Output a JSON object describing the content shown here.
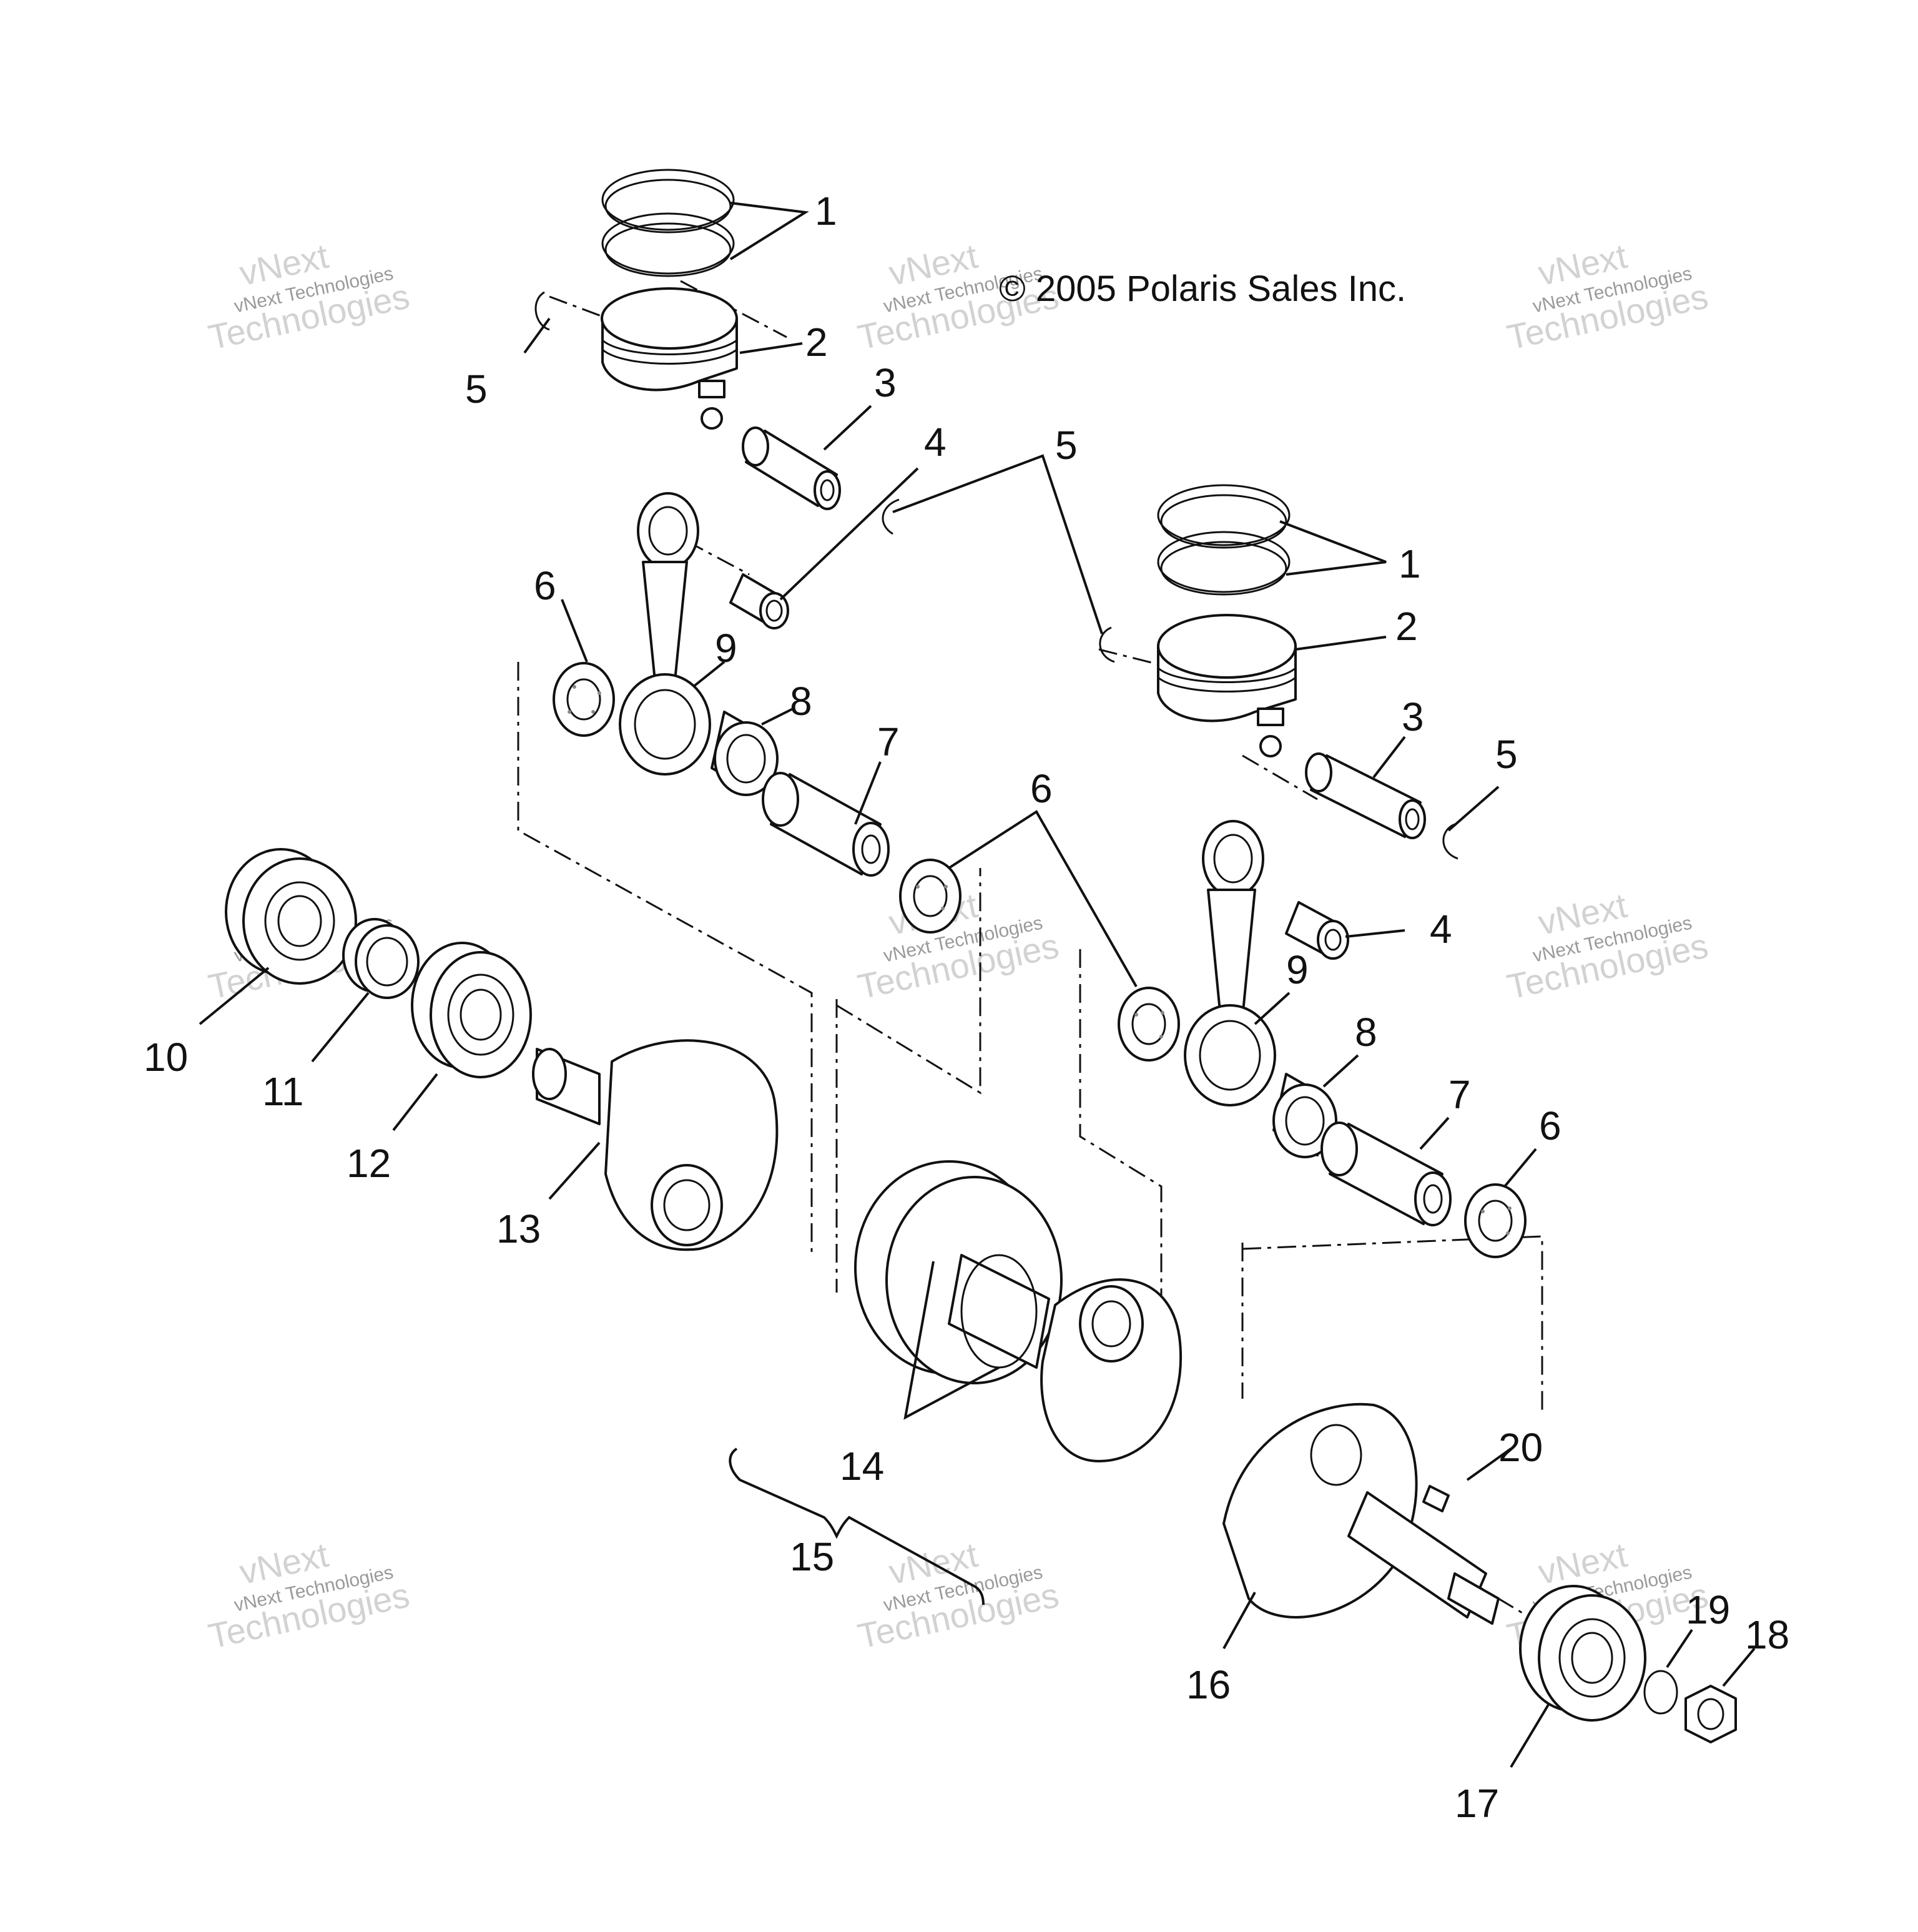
{
  "copyright": "© 2005 Polaris Sales Inc.",
  "watermark": {
    "line1": "vNext",
    "line2": "vNext Technologies",
    "line3": "Technologies"
  },
  "callouts": [
    {
      "id": "c1a",
      "text": "1"
    },
    {
      "id": "c2a",
      "text": "2"
    },
    {
      "id": "c3a",
      "text": "3"
    },
    {
      "id": "c4a",
      "text": "4"
    },
    {
      "id": "c5a",
      "text": "5"
    },
    {
      "id": "c5b",
      "text": "5"
    },
    {
      "id": "c6a",
      "text": "6"
    },
    {
      "id": "c9a",
      "text": "9"
    },
    {
      "id": "c8a",
      "text": "8"
    },
    {
      "id": "c7a",
      "text": "7"
    },
    {
      "id": "c6b",
      "text": "6"
    },
    {
      "id": "c1b",
      "text": "1"
    },
    {
      "id": "c2b",
      "text": "2"
    },
    {
      "id": "c3b",
      "text": "3"
    },
    {
      "id": "c5c",
      "text": "5"
    },
    {
      "id": "c4b",
      "text": "4"
    },
    {
      "id": "c9b",
      "text": "9"
    },
    {
      "id": "c8b",
      "text": "8"
    },
    {
      "id": "c7b",
      "text": "7"
    },
    {
      "id": "c6c",
      "text": "6"
    },
    {
      "id": "c10",
      "text": "10"
    },
    {
      "id": "c11",
      "text": "11"
    },
    {
      "id": "c12",
      "text": "12"
    },
    {
      "id": "c13",
      "text": "13"
    },
    {
      "id": "c14",
      "text": "14"
    },
    {
      "id": "c15",
      "text": "15"
    },
    {
      "id": "c16",
      "text": "16"
    },
    {
      "id": "c17",
      "text": "17"
    },
    {
      "id": "c18",
      "text": "18"
    },
    {
      "id": "c19",
      "text": "19"
    },
    {
      "id": "c20",
      "text": "20"
    }
  ]
}
